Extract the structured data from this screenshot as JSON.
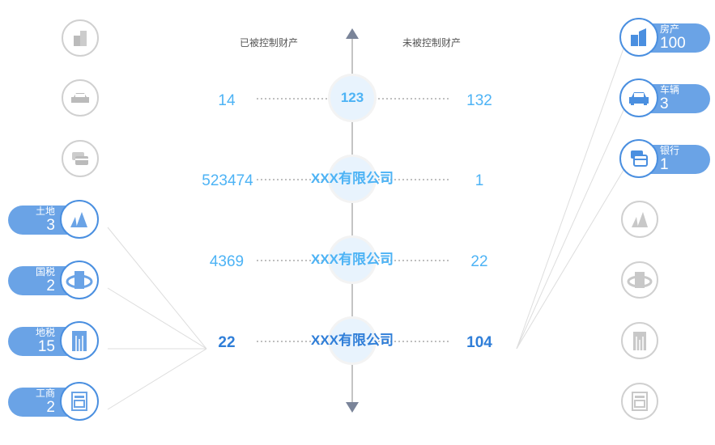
{
  "headers": {
    "left": "已被控制财产",
    "right": "未被控制财产"
  },
  "rows": [
    {
      "center": "123",
      "left": "14",
      "right": "132"
    },
    {
      "center": "XXX有限公司",
      "left": "523474",
      "right": "1"
    },
    {
      "center": "XXX有限公司",
      "left": "4369",
      "right": "22"
    },
    {
      "center": "XXX有限公司",
      "left": "22",
      "right": "104"
    }
  ],
  "left_badges": [
    {
      "label": "土地",
      "value": "3",
      "icon": "mountain-icon"
    },
    {
      "label": "国税",
      "value": "2",
      "icon": "national-tax-icon"
    },
    {
      "label": "地税",
      "value": "15",
      "icon": "local-tax-icon"
    },
    {
      "label": "工商",
      "value": "2",
      "icon": "business-doc-icon"
    }
  ],
  "right_badges": [
    {
      "label": "房产",
      "value": "100",
      "icon": "building-icon"
    },
    {
      "label": "车辆",
      "value": "3",
      "icon": "car-icon"
    },
    {
      "label": "银行",
      "value": "1",
      "icon": "bank-card-icon"
    }
  ],
  "colors": {
    "accent": "#6aa3e6",
    "number": "#4db3f5",
    "strong": "#2f7ed8",
    "gray": "#d0d0d0"
  }
}
